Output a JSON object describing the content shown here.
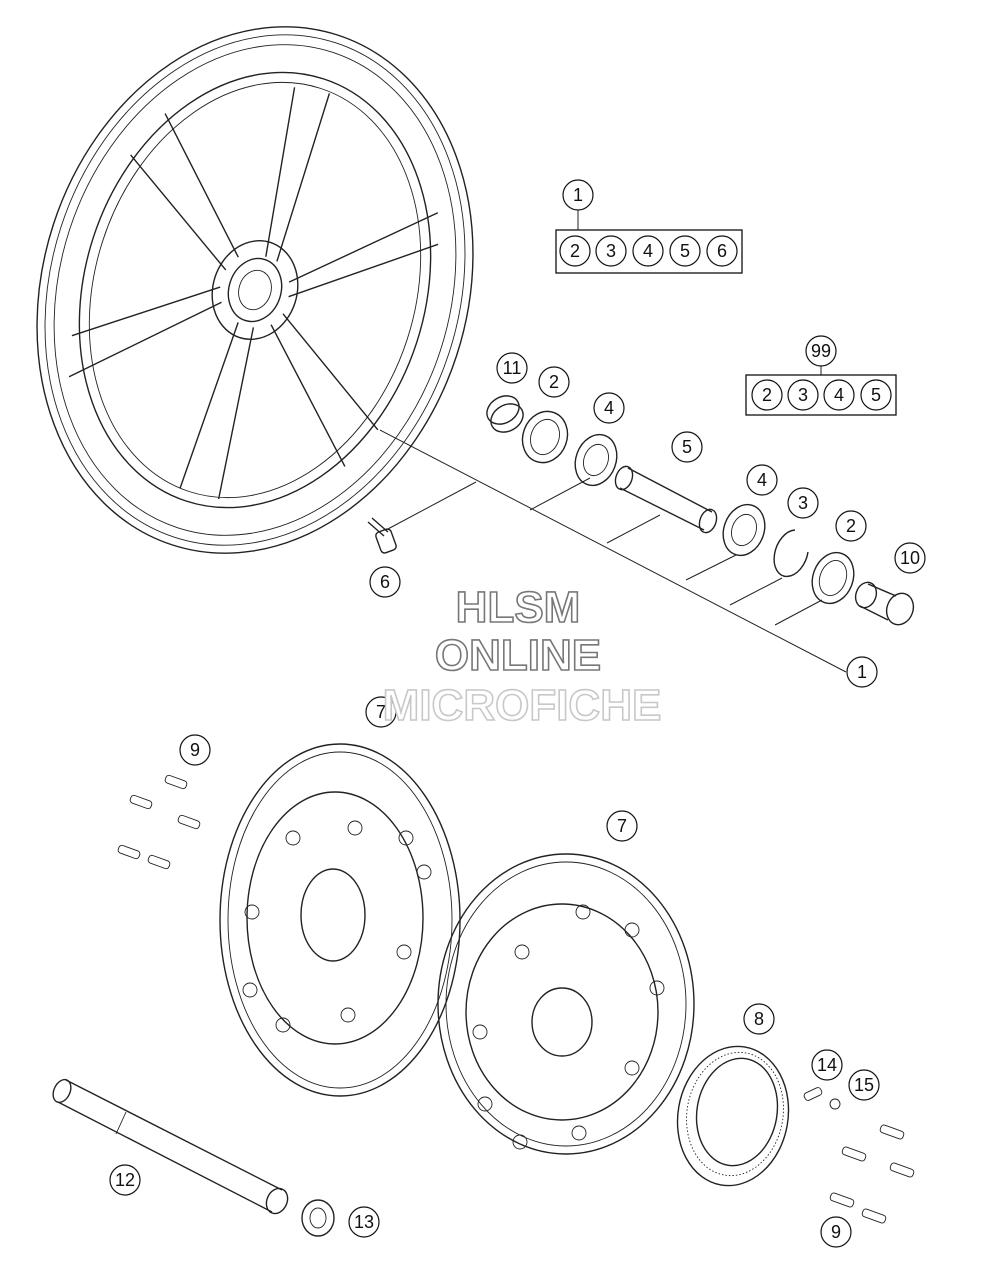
{
  "watermark": {
    "line1": "HLSM",
    "line2": "ONLINE",
    "line3": "MICROFICHE"
  },
  "kits": [
    {
      "id": "kit-1",
      "parent": "1",
      "children": [
        "2",
        "3",
        "4",
        "5",
        "6"
      ]
    },
    {
      "id": "kit-99",
      "parent": "99",
      "children": [
        "2",
        "3",
        "4",
        "5"
      ]
    }
  ],
  "callouts": {
    "c11": "11",
    "c2a": "2",
    "c4a": "4",
    "c5": "5",
    "c6": "6",
    "c4b": "4",
    "c3": "3",
    "c2b": "2",
    "c10": "10",
    "c1": "1",
    "c7a": "7",
    "c7b": "7",
    "c9a": "9",
    "c8": "8",
    "c14": "14",
    "c15": "15",
    "c12": "12",
    "c13": "13",
    "c9b": "9"
  },
  "colors": {
    "line": "#222222",
    "background": "#ffffff"
  }
}
